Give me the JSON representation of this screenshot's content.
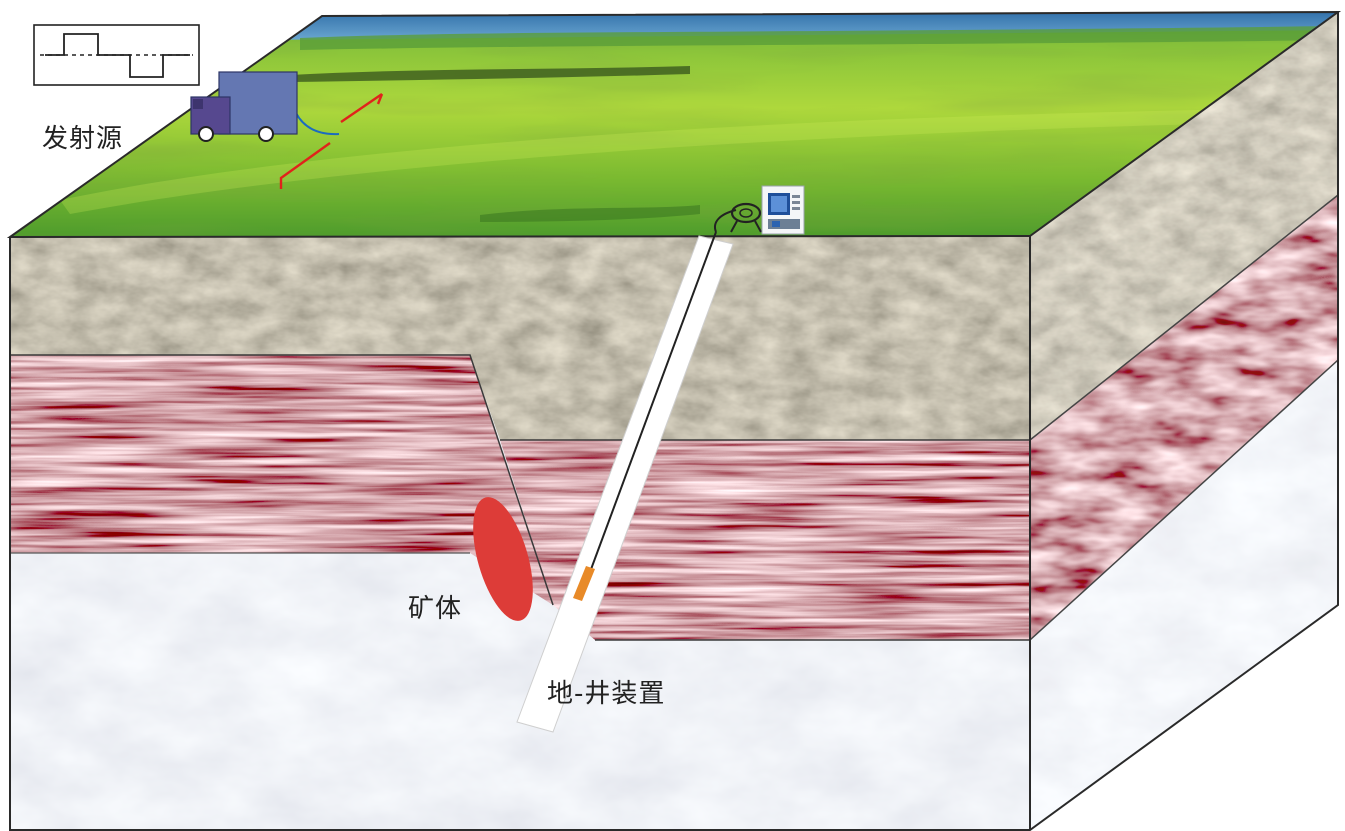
{
  "labels": {
    "source": "发射源",
    "ore_body": "矿体",
    "borehole_setup": "地-井装置"
  },
  "colors": {
    "sky": "#3e7fb3",
    "grass_light": "#b7dd3c",
    "grass_dark": "#4a9a2a",
    "topsoil": "#a49e88",
    "rock_layer": "#8e4a4e",
    "basement": "#dfe3ec",
    "ore_body": "#dd3c38",
    "borehole": "#ffffff",
    "probe": "#e88a28",
    "truck_body": "#6477b2",
    "truck_cab": "#56488f",
    "source_cable": "#e0231b"
  },
  "icons": [
    "waveform-icon",
    "truck-icon",
    "receiver-console-icon",
    "cable-reel-icon"
  ]
}
